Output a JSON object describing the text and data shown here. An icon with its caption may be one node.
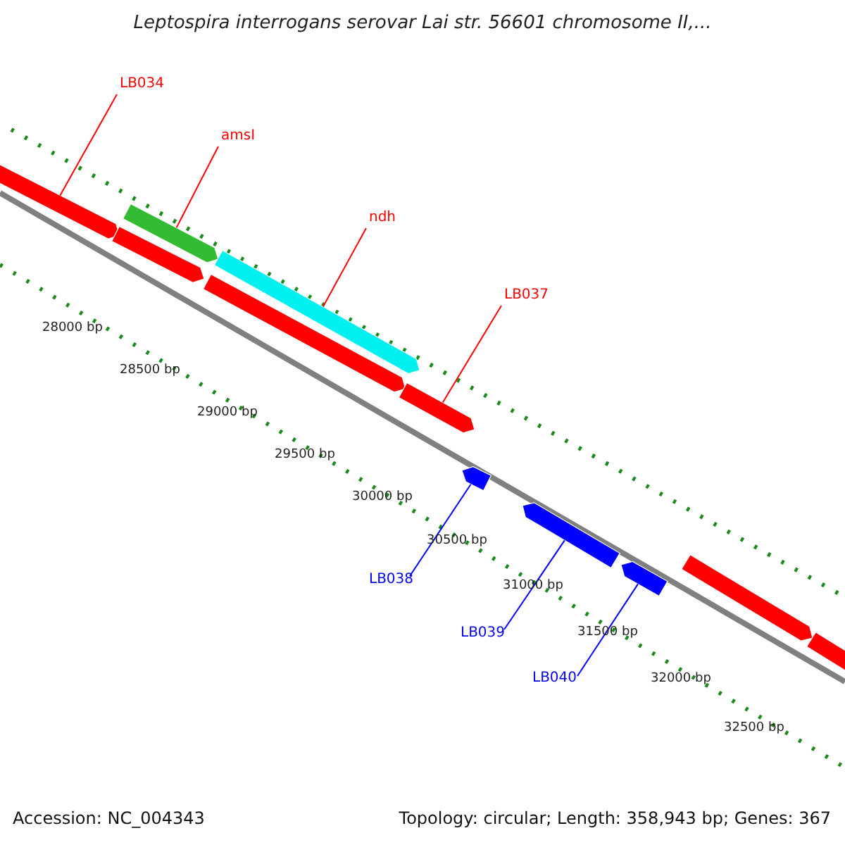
{
  "diagram": {
    "title": "Leptospira interrogans serovar Lai str. 56601 chromosome II,...",
    "nodes": [
      {
        "text": [
          "LB034"
        ]
      },
      {
        "text": [
          "amsI"
        ]
      },
      {
        "text": [
          "ndh"
        ]
      },
      {
        "text": [
          "LB037"
        ]
      },
      {
        "text": [
          "LB038"
        ]
      },
      {
        "text": [
          "LB039"
        ]
      },
      {
        "text": [
          "LB040"
        ]
      },
      {
        "text": [],
        "shape": "bar"
      },
      {
        "text": [],
        "shape": "bar"
      },
      {
        "text": [],
        "shape": "bar"
      },
      {
        "text": [],
        "shape": "bar"
      },
      {
        "text": [],
        "shape": "bar"
      },
      {
        "text": [],
        "shape": "bar"
      },
      {
        "text": [],
        "shape": "bar"
      },
      {
        "text": [],
        "shape": "bar"
      },
      {
        "text": [],
        "shape": "bar"
      },
      {
        "text": [],
        "shape": "bar"
      },
      {
        "text": [],
        "shape": "bar"
      }
    ],
    "edges": [
      {
        "from": 0,
        "to": 7,
        "arrow": "none"
      },
      {
        "from": 1,
        "to": 8,
        "arrow": "none"
      },
      {
        "from": 2,
        "to": 10,
        "arrow": "none"
      },
      {
        "from": 3,
        "to": 12,
        "arrow": "none"
      },
      {
        "from": 4,
        "to": 13,
        "arrow": "none",
        "color": "#0000ff"
      },
      {
        "from": 5,
        "to": 14,
        "arrow": "none",
        "color": "#0000ff"
      },
      {
        "from": 6,
        "to": 15,
        "arrow": "none",
        "color": "#0000ff"
      }
    ],
    "labels": [
      "28000 bp",
      "28500 bp",
      "29000 bp",
      "29500 bp",
      "30000 bp",
      "30500 bp",
      "31000 bp",
      "31500 bp",
      "32000 bp",
      "32500 bp",
      "Accession: NC_004343",
      "Topology: circular; Length: 358,943 bp; Genes: 367"
    ]
  }
}
